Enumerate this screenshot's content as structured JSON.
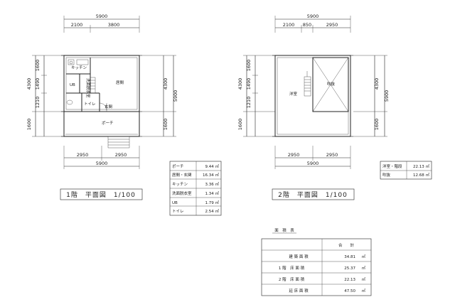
{
  "plan1": {
    "dims": {
      "top_total": "5900",
      "top_left": "2100",
      "top_right": "3800",
      "left_a": "1600",
      "left_b": "1490",
      "left_c": "1210",
      "left_d": "1600",
      "left_total": "4300",
      "right_upper": "4300",
      "right_total": "5900",
      "right_lower": "1600",
      "bottom_left": "2950",
      "bottom_right": "2950",
      "bottom_total": "5900"
    },
    "rooms": {
      "kitchen": "キッチン",
      "ub": "UB",
      "washroom": "洗面脱衣室",
      "hall": "居間",
      "toilet": "トイレ",
      "entrance": "玄関",
      "porch": "ポーチ"
    },
    "title": "1階　平面図　1/100",
    "areas": [
      {
        "label": "ポーチ",
        "value": "9.44 ㎡"
      },
      {
        "label": "居間・玄関",
        "value": "16.34 ㎡"
      },
      {
        "label": "キッチン",
        "value": "3.36 ㎡"
      },
      {
        "label": "洗面脱衣室",
        "value": "1.34 ㎡"
      },
      {
        "label": "UB",
        "value": "1.79 ㎡"
      },
      {
        "label": "トイレ",
        "value": "2.54 ㎡"
      }
    ]
  },
  "plan2": {
    "dims": {
      "top_total": "5900",
      "top_a": "2100",
      "top_b": "850",
      "top_c": "2950",
      "left_a": "1600",
      "left_b": "1490",
      "left_c": "1210",
      "left_d": "1600",
      "left_total": "4300",
      "right_upper": "4300",
      "right_total": "5900",
      "right_lower": "1600",
      "bottom_left": "2950",
      "bottom_right": "2950",
      "bottom_total": "5900"
    },
    "rooms": {
      "western": "洋室",
      "void": "吹抜"
    },
    "title": "2階　平面図　1/100",
    "areas": [
      {
        "label": "洋室・階段",
        "value": "22.13 ㎡"
      },
      {
        "label": "吹抜",
        "value": "12.68 ㎡"
      }
    ]
  },
  "area_table": {
    "title": "面　積　表",
    "header": "合　　計",
    "rows": [
      {
        "label": "建 築 面 積",
        "value": "34.81",
        "unit": "㎡"
      },
      {
        "label": "1 階　床 面 積",
        "value": "25.37",
        "unit": "㎡"
      },
      {
        "label": "2 階　床 面 積",
        "value": "22.13",
        "unit": "㎡"
      },
      {
        "label": "延 床 面 積",
        "value": "47.50",
        "unit": "㎡"
      }
    ]
  }
}
